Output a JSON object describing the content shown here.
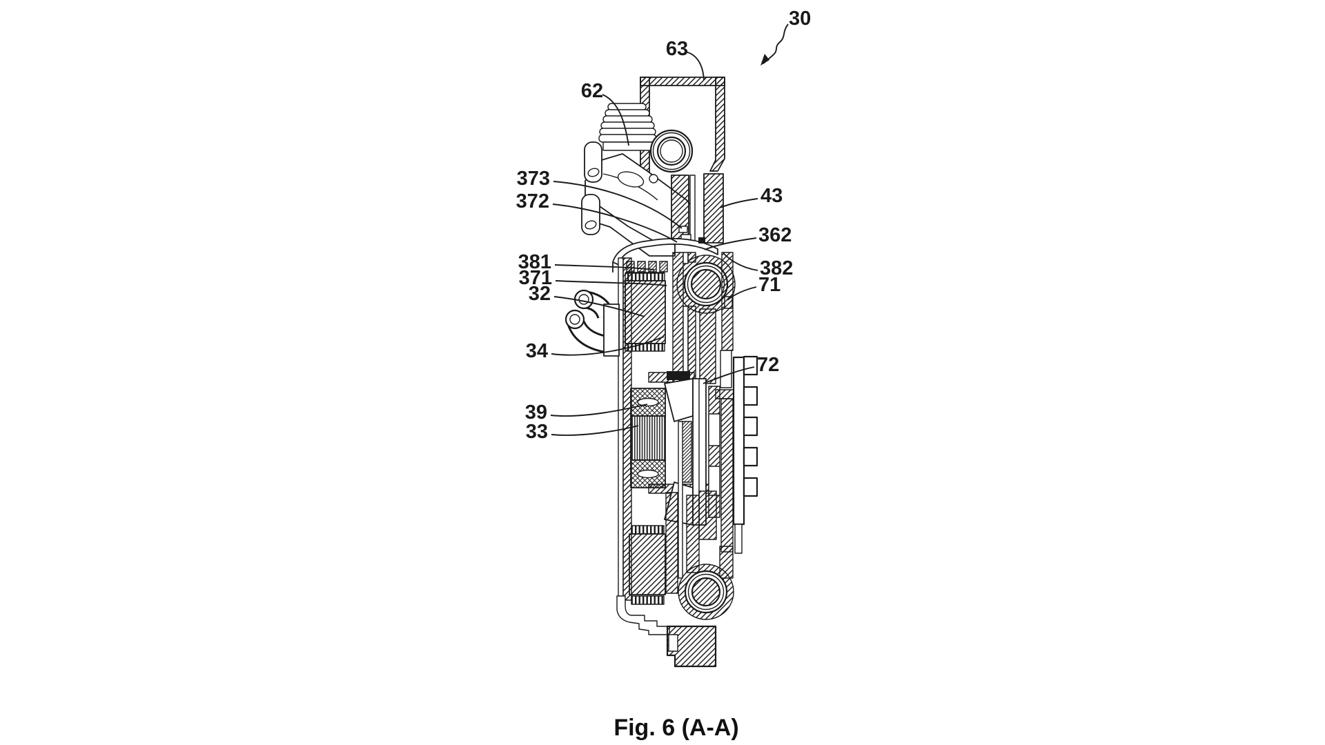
{
  "canvas": {
    "background": "#ffffff",
    "ink": "#1a1a1a"
  },
  "figure": {
    "kind": "patent-cross-section-drawing",
    "caption": "Fig. 6 (A-A)",
    "labels": {
      "l30": "30",
      "l62": "62",
      "l63": "63",
      "l373": "373",
      "l372": "372",
      "l43": "43",
      "l362": "362",
      "l381": "381",
      "l382": "382",
      "l371": "371",
      "l32": "32",
      "l34": "34",
      "l71": "71",
      "l72": "72",
      "l39": "39",
      "l33": "33"
    }
  }
}
